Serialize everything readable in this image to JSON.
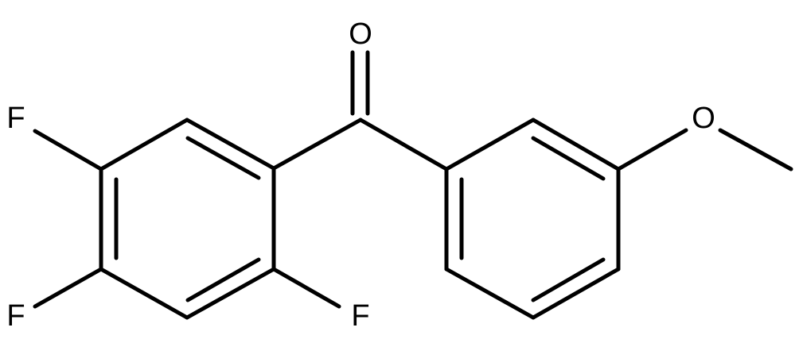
{
  "molecule": {
    "atoms": {
      "oxygen_carbonyl": "O",
      "oxygen_methoxy": "O",
      "fluorine_top_left": "F",
      "fluorine_bottom_left": "F",
      "fluorine_bottom_middle": "F"
    }
  }
}
